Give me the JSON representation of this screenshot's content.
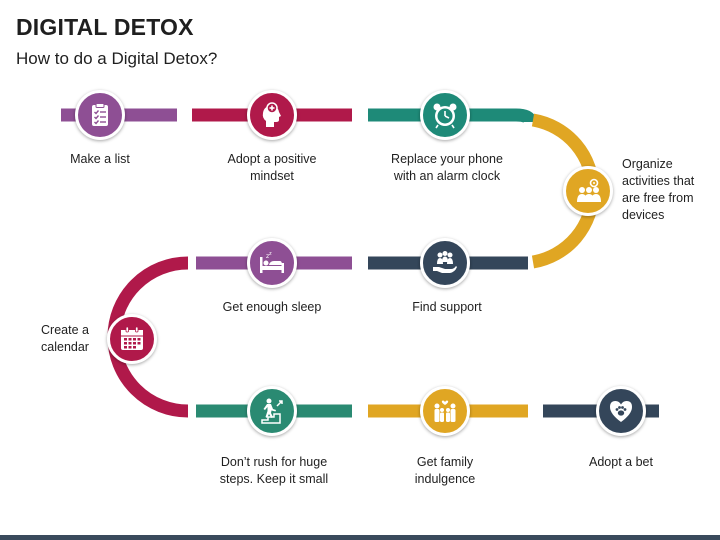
{
  "header": {
    "title": "DIGITAL DETOX",
    "subtitle": "How to do a Digital Detox?"
  },
  "colors": {
    "purple": "#8e4f94",
    "crimson": "#b0194a",
    "teal": "#1e8a78",
    "gold": "#e0a623",
    "navy": "#34465a",
    "green": "#2a8a72"
  },
  "steps": [
    {
      "id": "make-list",
      "label": "Make a list",
      "icon": "checklist-icon"
    },
    {
      "id": "positive-mindset",
      "label": "Adopt a positive mindset",
      "icon": "head-plus-icon"
    },
    {
      "id": "alarm-clock",
      "label": "Replace your phone with an alarm clock",
      "icon": "alarm-clock-icon"
    },
    {
      "id": "organize-activities",
      "label": "Organize activities that are free from devices",
      "icon": "group-gear-icon"
    },
    {
      "id": "find-support",
      "label": "Find support",
      "icon": "hand-people-icon"
    },
    {
      "id": "enough-sleep",
      "label": "Get enough sleep",
      "icon": "bed-icon"
    },
    {
      "id": "create-calendar",
      "label": "Create a calendar",
      "icon": "calendar-icon"
    },
    {
      "id": "small-steps",
      "label": "Don’t rush for huge steps. Keep it small",
      "icon": "stairs-person-icon"
    },
    {
      "id": "family-indulgence",
      "label": "Get family indulgence",
      "icon": "family-icon"
    },
    {
      "id": "adopt-pet",
      "label": "Adopt a bet",
      "icon": "heart-paw-icon"
    }
  ]
}
